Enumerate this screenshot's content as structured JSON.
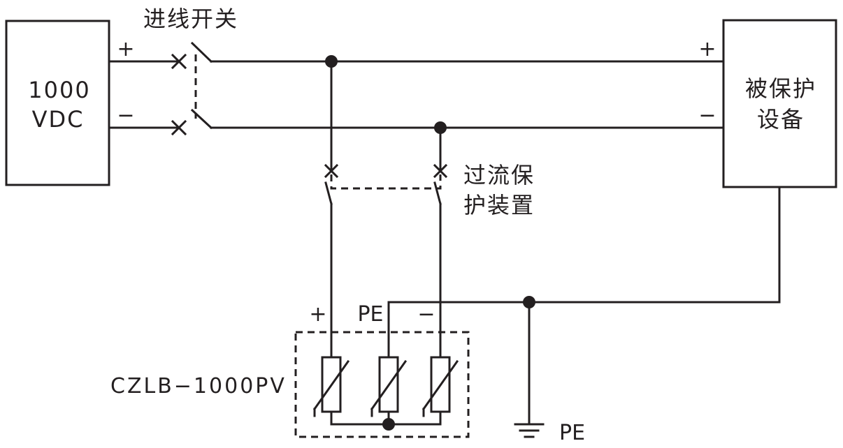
{
  "source": {
    "line1": "1000",
    "line2": "VDC"
  },
  "source_terminals": {
    "plus": "+",
    "minus": "−"
  },
  "incoming_switch": {
    "label": "进线开关"
  },
  "protected_equipment": {
    "line1": "被保护",
    "line2": "设备"
  },
  "equipment_terminals": {
    "plus": "+",
    "minus": "−"
  },
  "overcurrent_device": {
    "line1": "过流保",
    "line2": "护装置"
  },
  "spd_terminals": {
    "plus": "+",
    "pe": "PE",
    "minus": "−"
  },
  "spd_model": "CZLB−1000PV",
  "ground_label": "PE",
  "colors": {
    "line": "#231f20",
    "background": "#ffffff"
  }
}
